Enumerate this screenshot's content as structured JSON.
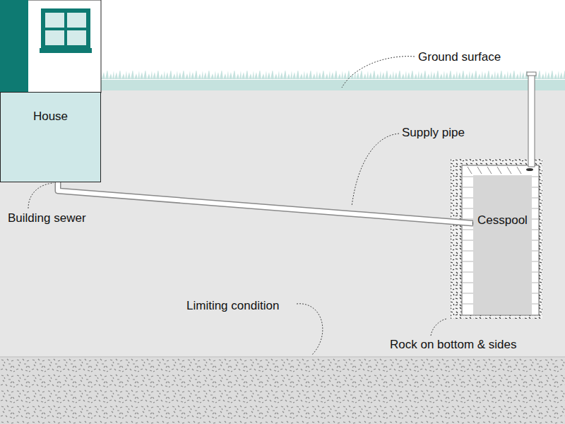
{
  "diagram": {
    "nodes": [
      {
        "text": [
          "House"
        ]
      },
      {
        "text": [
          "Cesspool"
        ]
      }
    ],
    "edges": [
      {
        "from": 0,
        "to": 1,
        "arrow": "none"
      }
    ],
    "labels": [
      "Ground surface",
      "Supply pipe",
      "Building sewer",
      "Limiting condition",
      "Rock on bottom & sides"
    ]
  }
}
